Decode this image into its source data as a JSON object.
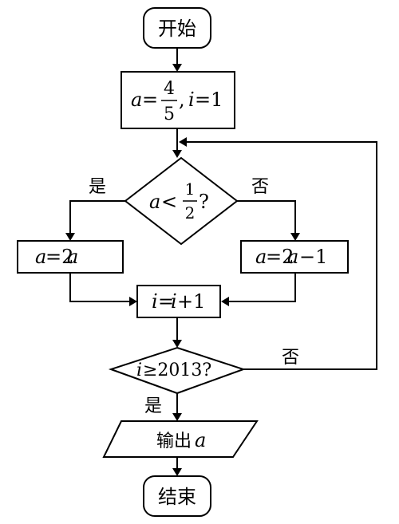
{
  "start": {
    "text": "开始"
  },
  "init": {
    "a_var": "a",
    "eq": "=",
    "frac_num": "4",
    "frac_den": "5",
    "comma": ",",
    "i_var": "i",
    "i_eq": "=1"
  },
  "cond1": {
    "a_var": "a",
    "lt": "<",
    "frac_num": "1",
    "frac_den": "2",
    "q": "?",
    "yes": "是",
    "no": "否"
  },
  "yes_box": {
    "a_var": "a",
    "eq": "=2",
    "a_var2": "a"
  },
  "no_box": {
    "a_var": "a",
    "eq": "=2",
    "a_var2": "a",
    "minus": "−1"
  },
  "incr": {
    "i_var": "i",
    "eq": "=",
    "i_var2": "i",
    "plus": "+1"
  },
  "cond2": {
    "i_var": "i",
    "rest": "≥2013?",
    "yes": "是",
    "no": "否"
  },
  "output": {
    "text": "输出",
    "a_var": "a"
  },
  "end": {
    "text": "结束"
  }
}
